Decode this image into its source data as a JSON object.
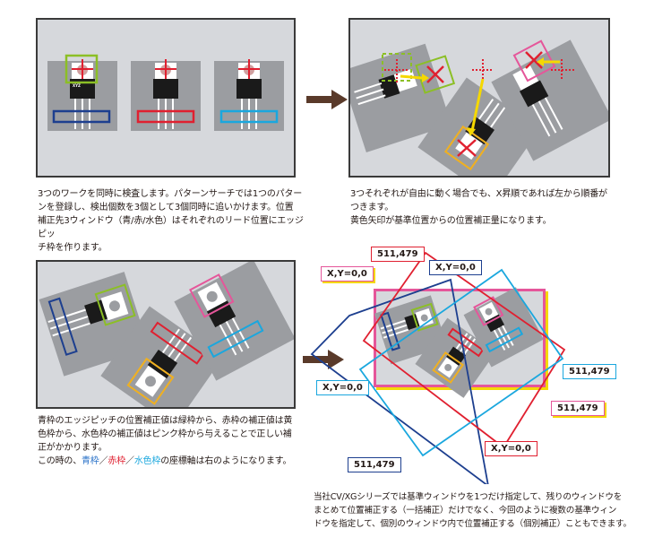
{
  "panels": {
    "top_left": {
      "caption_lines": [
        "3つのワークを同時に検査します。パターンサーチでは1つのパター",
        "ンを登録し、検出個数を3個として3個同時に追いかけます。位置",
        "補正先3ウィンドウ（青/赤/水色）はそれぞれのリード位置にエッジピッ",
        "チ枠を作ります。"
      ],
      "part_label": "XYZ"
    },
    "top_right": {
      "caption_lines": [
        "3つそれぞれが自由に動く場合でも、X昇順であれば左から順番が",
        "つきます。",
        "黄色矢印が基準位置からの位置補正量になります。"
      ]
    },
    "bottom_left": {
      "caption_lines": [
        "青枠のエッジピッチの位置補正値は緑枠から、赤枠の補正値は黄",
        "色枠から、水色枠の補正値はピンク枠から与えることで正しい補",
        "正がかかります。"
      ],
      "caption_last": {
        "prefix": "この時の、",
        "blue": "青枠",
        "sep1": "／",
        "red": "赤枠",
        "sep2": "／",
        "cyan": "水色枠",
        "suffix": "の座標軸は右のようになります。"
      }
    },
    "bottom_right": {
      "caption_lines": [
        "当社CV/XGシリーズでは基準ウィンドウを1つだけ指定して、残りのウィンドウを",
        "まとめて位置補正する（一括補正）だけでなく、今回のように複数の基準ウィン",
        "ドウを指定して、個別のウィンドウ内で位置補正する（個別補正）こともできます。"
      ],
      "labels": {
        "pink_origin": "X,Y=0,0",
        "red_max": "511,479",
        "blue_origin": "X,Y=0,0",
        "cyan_origin": "X,Y=0,0",
        "cyan_max": "511,479",
        "pink_max": "511,479",
        "red_origin": "X,Y=0,0",
        "blue_max": "511,479"
      }
    }
  },
  "colors": {
    "blue": "#1d3f8f",
    "red": "#e02030",
    "cyan": "#1aa7de",
    "green": "#8cbf26",
    "yellow": "#f5d800",
    "orange": "#f0b020",
    "pink": "#e5569a",
    "arrow": "#5a3a2a",
    "panel_bg": "#d6d8dc",
    "plate": "#9b9da1"
  },
  "icons": {
    "flow_arrow": "right-arrow"
  }
}
